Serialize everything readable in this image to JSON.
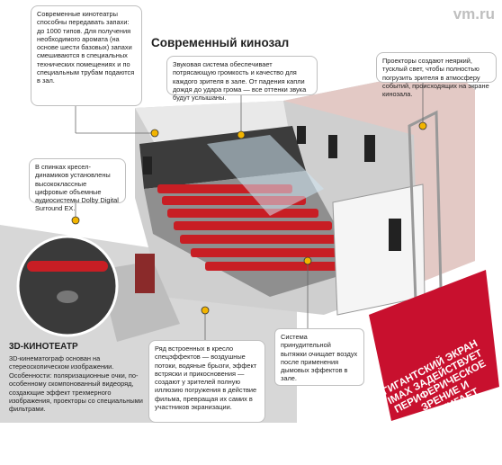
{
  "watermark": "vm.ru",
  "title": "Современный кинозал",
  "callouts": {
    "smell": "Современные кинотеатры способны передавать запахи: до 1000 типов. Для получения необходимого аромата (на основе шести базовых) запахи смешиваются в специальных технических помещениях и по специальным трубам подаются в зал.",
    "sound": "Звуковая система обеспечивает потрясающую громкость и качество для каждого зрителя в зале. От падения капли дождя до удара грома — все оттенки звука будут услышаны.",
    "projectors": "Проекторы создают неяркий, тусклый свет, чтобы полностью погрузить зрителя в атмосферу событий, происходящих на экране кинозала.",
    "seats_audio": "В спинках кресел-динамиков установлены высококлассные цифровые объемные аудиосистемы Dolby Digital Surround EX.",
    "effects": "Ряд встроенных в кресло спецэффектов — воздушные потоки, водяные брызги, эффект встряски и прикосновения — создают у зрителей полную иллюзию погружения в действие фильма, превращая их самих в участников экранизации.",
    "exhaust": "Система принудительной вытяжки очищает воздух после применения дымовых эффектов в зале."
  },
  "section_3d": {
    "title": "3D-КИНОТЕАТР",
    "text": "3D-кинематограф основан на стереоскопическом изображении. Особенности: поляризационные очки, по-особенному скомпонованный видеоряд, создающие эффект трехмерного изображения, проекторы со специальными фильтрами."
  },
  "imax": "ГИГАНТСКИЙ ЭКРАН IMAX ЗАДЕЙСТВУЕТ ПЕРИФЕРИЧЕСКОЕ ЗРЕНИЕ И ДОСТИГАЕТ ВЫСОТЫ СЕМИЭТАЖНОГО ДОМА",
  "colors": {
    "seat": "#c81e24",
    "banner": "#c8102e",
    "wall": "#e3c9c5",
    "accent": "#f2b400"
  }
}
